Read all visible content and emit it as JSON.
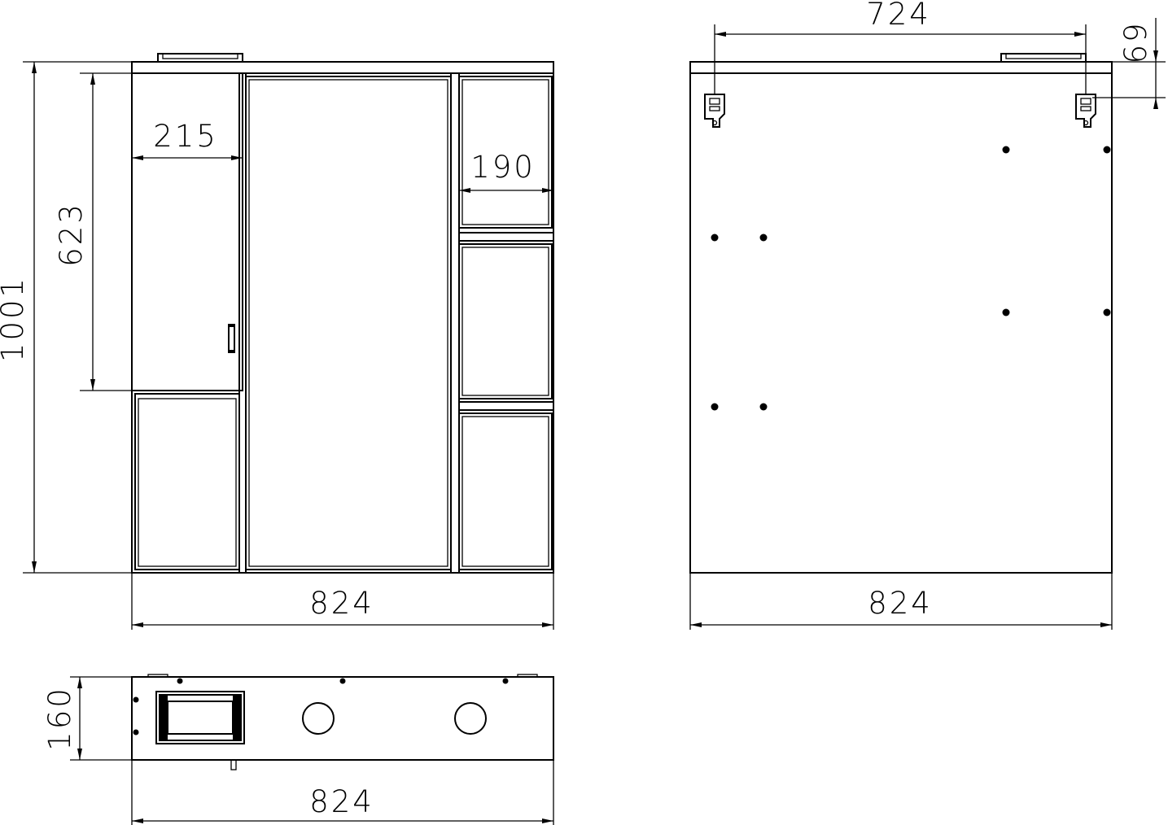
{
  "dimensions": {
    "front_width": "824",
    "front_height": "1001",
    "mirror_cabinet_height": "623",
    "left_cabinet_width": "215",
    "right_shelf_width": "190",
    "back_width": "824",
    "mount_spacing": "724",
    "mount_offset": "69",
    "top_width": "824",
    "depth": "160"
  },
  "colors": {
    "line": "#000000",
    "background": "#ffffff"
  }
}
